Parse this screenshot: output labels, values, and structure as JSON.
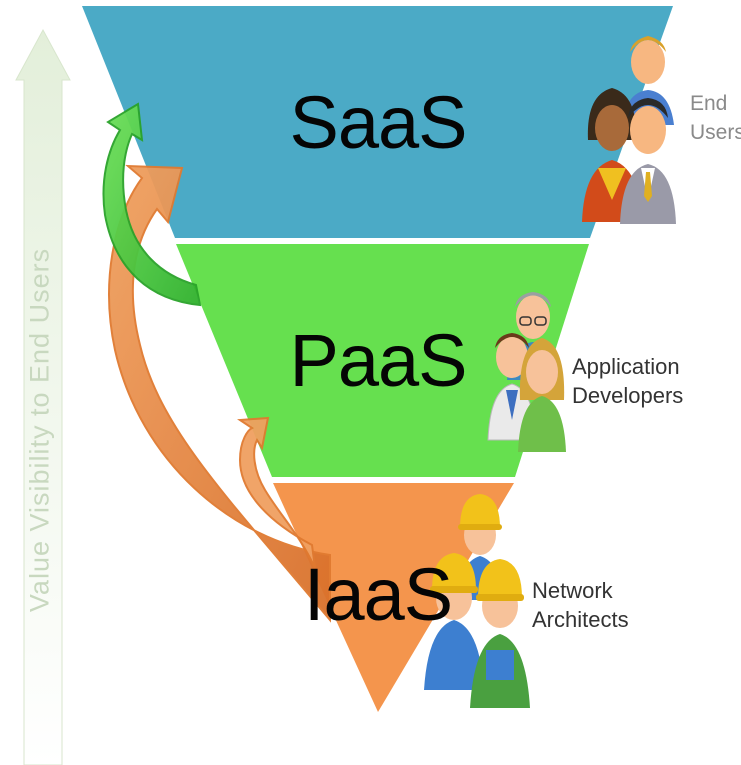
{
  "visibility_axis": {
    "label": "Value Visibility to End Users"
  },
  "layers": [
    {
      "name": "SaaS",
      "color": "#4baac6"
    },
    {
      "name": "PaaS",
      "color": "#66e04f"
    },
    {
      "name": "IaaS",
      "color": "#f4954d"
    }
  ],
  "roles": [
    {
      "line1": "End",
      "line2": "Users",
      "icon": "end-users-icon"
    },
    {
      "line1": "Application",
      "line2": "Developers",
      "icon": "developers-icon"
    },
    {
      "line1": "Network",
      "line2": "Architects",
      "icon": "network-architects-icon"
    }
  ],
  "colors": {
    "axis_arrow": "#eef5e8",
    "green_arrow": "#3fcf3a",
    "orange_arrow": "#e88a3a"
  }
}
